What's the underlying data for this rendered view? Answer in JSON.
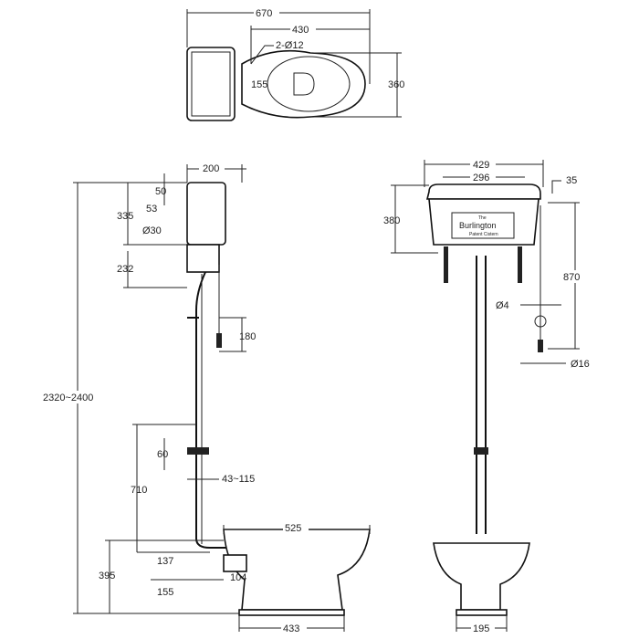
{
  "top_view": {
    "width_total": "670",
    "width_bowl": "430",
    "holes": "2-Ø12",
    "hole_spacing": "155",
    "depth": "360"
  },
  "side_view": {
    "cistern_depth": "200",
    "d50": "50",
    "d53": "53",
    "cistern_height": "335",
    "inlet": "Ø30",
    "d232": "232",
    "chain_drop": "180",
    "total_height": "2320~2400",
    "d60": "60",
    "d710": "710",
    "offset": "43~115",
    "pan_length": "525",
    "d137": "137",
    "pan_height": "395",
    "d104": "104",
    "d155": "155",
    "base_length": "433"
  },
  "front_view": {
    "cistern_width": "429",
    "cistern_inner": "296",
    "d35": "35",
    "cistern_height": "380",
    "pull_length": "870",
    "chain": "Ø4",
    "handle": "Ø16",
    "base_width": "195",
    "brand": {
      "line1": "The",
      "line2": "Burlington",
      "line3": "Patent Cistern"
    }
  }
}
